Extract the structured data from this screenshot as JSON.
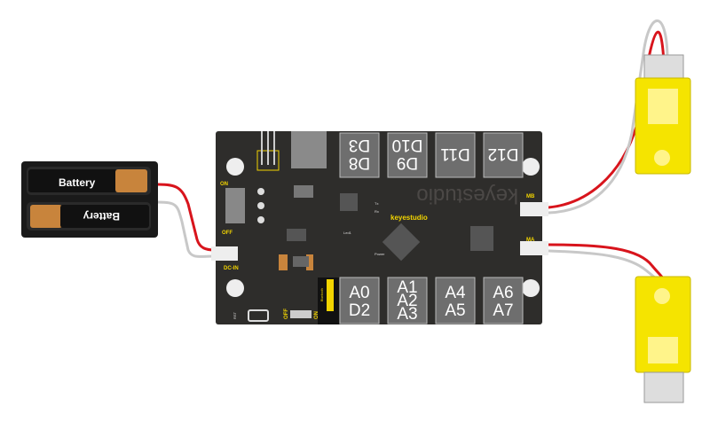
{
  "battery": {
    "label_top": "Battery",
    "label_bottom": "Battery"
  },
  "board": {
    "brand": "keyestudio",
    "watermark": "keyestudio",
    "labels": {
      "on": "ON",
      "off": "OFF",
      "dc_in": "DC-IN",
      "mb": "MB",
      "ma": "MA",
      "rst": "RST",
      "bt_off": "OFF",
      "bt_on": "ON",
      "bluetooth": "Bluetooth",
      "power": "Power",
      "tx": "Tx",
      "rx": "Rx",
      "led1": "Led1"
    },
    "top_pads": [
      [
        "D8",
        "D3"
      ],
      [
        "D9",
        "D10"
      ],
      [
        "D11"
      ],
      [
        "D12"
      ]
    ],
    "bottom_pads": [
      [
        "A0",
        "D2"
      ],
      [
        "A1",
        "A2",
        "A3"
      ],
      [
        "A4",
        "A5"
      ],
      [
        "A6",
        "A7"
      ]
    ]
  },
  "colors": {
    "board": "#2e2d2b",
    "pad": "#6e6e6e",
    "silk": "#f2d400",
    "wire_red": "#d8141c",
    "wire_white": "#c8c8c8",
    "motor": "#f5e400"
  }
}
